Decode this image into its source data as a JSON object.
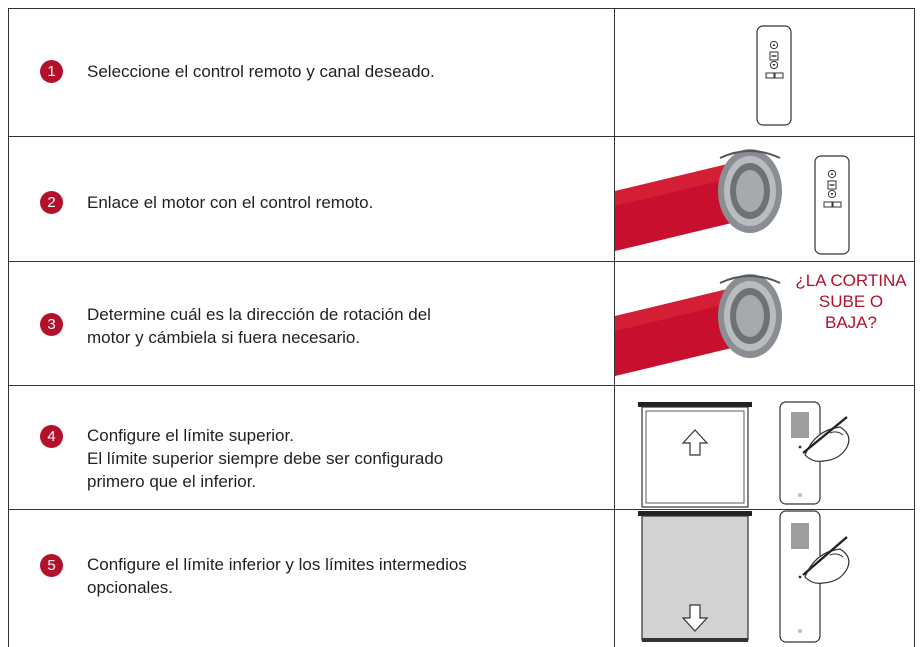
{
  "steps": [
    {
      "number": "1",
      "text": "Seleccione el control remoto y canal deseado."
    },
    {
      "number": "2",
      "text": "Enlace el motor con el control remoto."
    },
    {
      "number": "3",
      "text_line1": "Determine cuál es la dirección de rotación del",
      "text_line2": "motor y cámbiela si fuera necesario."
    },
    {
      "number": "4",
      "text_line1": "Configure el límite superior.",
      "text_line2": "El límite superior siempre debe ser configurado",
      "text_line3": "primero que el inferior."
    },
    {
      "number": "5",
      "text_line1": "Configure el límite inferior y los límites intermedios",
      "text_line2": "opcionales."
    }
  ],
  "question": {
    "line1": "¿LA CORTINA",
    "line2": "SUBE O",
    "line3": "BAJA?"
  },
  "colors": {
    "accent": "#b3102c",
    "tube": "#c8102e",
    "text": "#231f20"
  }
}
